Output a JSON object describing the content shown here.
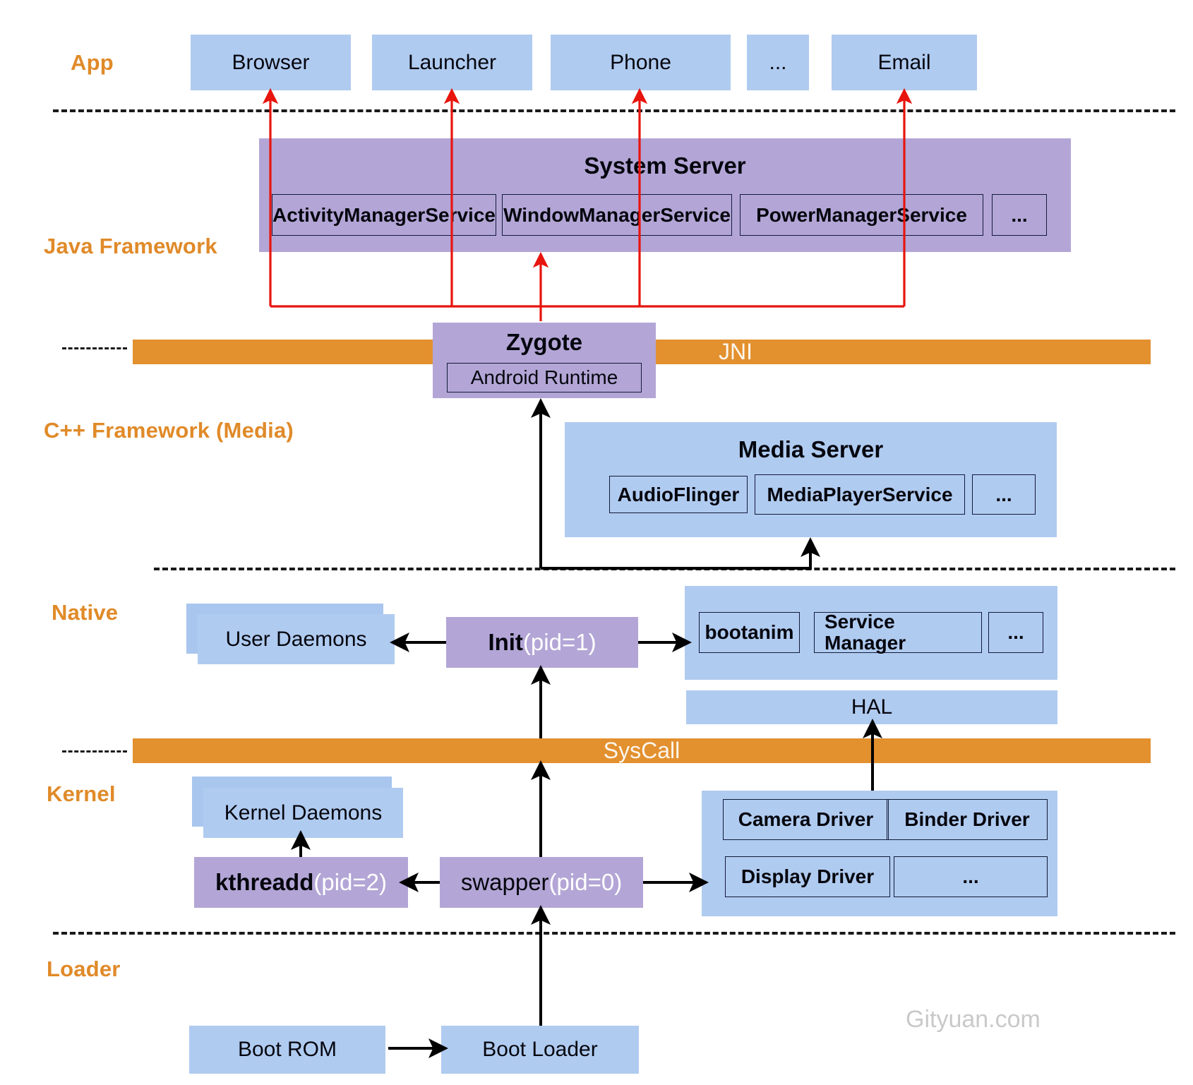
{
  "diagram": {
    "title": "Android System Architecture / Boot Process",
    "watermark": "Gityuan.com",
    "colors": {
      "layer_label": "#E08A29",
      "app_box": "#B0CBF0",
      "process_box": "#B3A6D6",
      "interface_bar": "#E3902F",
      "red_arrow": "#E8140E",
      "black_arrow": "#000000"
    }
  },
  "layers": [
    {
      "id": "app",
      "label": "App"
    },
    {
      "id": "java",
      "label": "Java Framework"
    },
    {
      "id": "cpp",
      "label": "C++ Framework (Media)"
    },
    {
      "id": "native",
      "label": "Native"
    },
    {
      "id": "kernel",
      "label": "Kernel"
    },
    {
      "id": "loader",
      "label": "Loader"
    }
  ],
  "apps": [
    {
      "label": "Browser"
    },
    {
      "label": "Launcher"
    },
    {
      "label": "Phone"
    },
    {
      "label": "..."
    },
    {
      "label": "Email"
    }
  ],
  "system_server": {
    "title": "System Server",
    "services": [
      {
        "label": "ActivityManagerService"
      },
      {
        "label": "WindowManagerService"
      },
      {
        "label": "PowerManagerService"
      },
      {
        "label": "..."
      }
    ]
  },
  "interfaces": {
    "jni": "JNI",
    "syscall": "SysCall"
  },
  "zygote": {
    "title": "Zygote",
    "runtime": "Android Runtime"
  },
  "media_server": {
    "title": "Media Server",
    "services": [
      {
        "label": "AudioFlinger"
      },
      {
        "label": "MediaPlayerService"
      },
      {
        "label": "..."
      }
    ]
  },
  "native": {
    "user_daemons": "User Daemons",
    "init": {
      "name": "Init",
      "pid": "(pid=1)"
    },
    "services": [
      {
        "label": "bootanim"
      },
      {
        "label": "Service\nManager",
        "line1": "Service",
        "line2": "Manager"
      },
      {
        "label": "..."
      }
    ],
    "hal": "HAL"
  },
  "kernel": {
    "kernel_daemons": "Kernel Daemons",
    "kthreadd": {
      "name": "kthreadd",
      "pid": "(pid=2)"
    },
    "swapper": {
      "name": "swapper",
      "pid": "(pid=0)"
    },
    "drivers": [
      {
        "label": "Camera Driver"
      },
      {
        "label": "Binder Driver"
      },
      {
        "label": "Display Driver"
      },
      {
        "label": "..."
      }
    ]
  },
  "loader": {
    "boot_rom": "Boot  ROM",
    "boot_loader": "Boot Loader"
  }
}
